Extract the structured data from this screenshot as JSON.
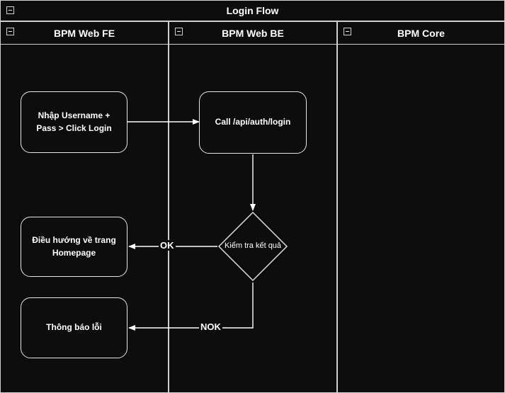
{
  "diagram": {
    "title": "Login Flow",
    "collapse_icon": "minus-box-icon",
    "lanes": [
      {
        "id": "fe",
        "label": "BPM Web FE"
      },
      {
        "id": "be",
        "label": "BPM Web BE"
      },
      {
        "id": "core",
        "label": "BPM Core"
      }
    ],
    "nodes": [
      {
        "id": "n1",
        "type": "task",
        "lane": "fe",
        "label": "Nhập Username + Pass > Click Login"
      },
      {
        "id": "n2",
        "type": "task",
        "lane": "be",
        "label": "Call /api/auth/login"
      },
      {
        "id": "n3",
        "type": "gateway",
        "lane": "be",
        "label": "Kiểm tra kết quả"
      },
      {
        "id": "n4",
        "type": "task",
        "lane": "fe",
        "label": "Điều hướng về trang Homepage"
      },
      {
        "id": "n5",
        "type": "task",
        "lane": "fe",
        "label": "Thông báo lỗi"
      }
    ],
    "edges": [
      {
        "from": "n1",
        "to": "n2",
        "label": ""
      },
      {
        "from": "n2",
        "to": "n3",
        "label": ""
      },
      {
        "from": "n3",
        "to": "n4",
        "label": "OK"
      },
      {
        "from": "n3",
        "to": "n5",
        "label": "NOK"
      }
    ],
    "colors": {
      "background": "#0d0d0d",
      "stroke": "#e6e6e6",
      "text": "#ffffff"
    }
  }
}
